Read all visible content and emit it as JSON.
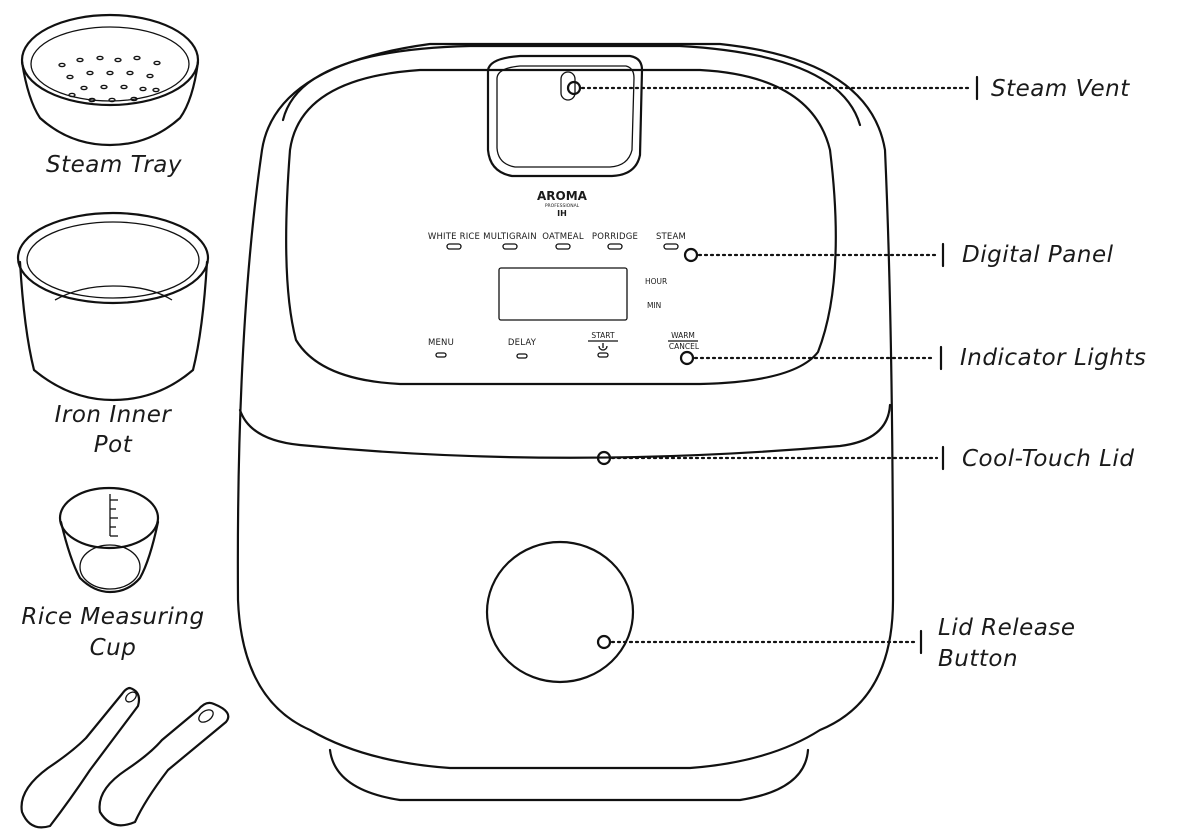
{
  "brand": {
    "name": "AROMA",
    "sub": "PROFESSIONAL",
    "badge": "IH"
  },
  "panel": {
    "mode_buttons": [
      "WHITE RICE",
      "MULTIGRAIN",
      "OATMEAL",
      "PORRIDGE",
      "STEAM"
    ],
    "display_units": {
      "hour": "HOUR",
      "min": "MIN"
    },
    "lower_buttons": {
      "menu": "MENU",
      "delay": "DELAY",
      "start": "START",
      "warm": "WARM",
      "cancel": "CANCEL"
    }
  },
  "callouts": {
    "steam_vent": "Steam Vent",
    "digital_panel": "Digital Panel",
    "indicator_lights": "Indicator Lights",
    "cool_touch_lid": "Cool-Touch Lid",
    "lid_release_line1": "Lid Release",
    "lid_release_line2": "Button"
  },
  "accessories": {
    "steam_tray": "Steam Tray",
    "inner_pot_line1": "Iron Inner",
    "inner_pot_line2": "Pot",
    "measuring_cup_line1": "Rice Measuring",
    "measuring_cup_line2": "Cup"
  }
}
